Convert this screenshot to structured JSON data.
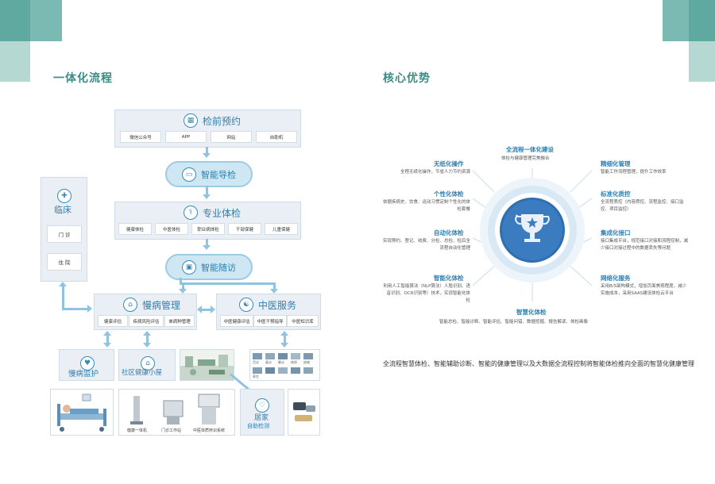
{
  "left_section_title": "一体化流程",
  "right_section_title": "核心优势",
  "flow": {
    "pre_exam": {
      "title": "检前预约",
      "items": [
        "微信公众号",
        "APP",
        "网站",
        "自助机"
      ]
    },
    "guide": "智能导检",
    "exam": {
      "title": "专业体检",
      "items": [
        "健康体检",
        "中医体检",
        "职业病体检",
        "干部保健",
        "儿童保健"
      ]
    },
    "followup": "智能随访",
    "clinical": {
      "title": "临床",
      "items": [
        "门 诊",
        "住 院"
      ]
    },
    "chronic": {
      "title": "慢病管理",
      "items": [
        "健康评估",
        "疾病风险评估",
        "单病种管理"
      ]
    },
    "tcm": {
      "title": "中医服务",
      "items": [
        "中医健康评估",
        "中医干预指导",
        "中医知识库"
      ]
    },
    "chronic_monitor": "慢病监护",
    "community": "社区健康小屋",
    "home": {
      "line1": "居家",
      "line2": "自助检测"
    },
    "device_captions": [
      "健康一体机",
      "门诊工作站",
      "中医体质辨识系统"
    ],
    "tcm_thumbs": [
      "舌诊",
      "面诊",
      "脉诊",
      "体质",
      "经络",
      "养生"
    ]
  },
  "advantages": {
    "top": {
      "title": "全流程一体化建设",
      "desc": "体检与健康管理完美融合"
    },
    "left": [
      {
        "title": "无纸化操作",
        "desc": "全程无纸化操作，节省人力节约资源"
      },
      {
        "title": "个性化体检",
        "desc": "依据疾病史、饮食、运动习惯定制个性化的体检套餐"
      },
      {
        "title": "自动化体检",
        "desc": "实现预约、登记、收费、分检、总检、检后全流程自动化管理"
      },
      {
        "title": "智能化体检",
        "desc": "利用人工智能算法（NLP算法）人脸识别、语音识别、OCR识别等）技术，实现智能化体检"
      }
    ],
    "right": [
      {
        "title": "精细化管理",
        "desc": "智能工作流程管理，提升工作效率"
      },
      {
        "title": "标准化质控",
        "desc": "全流程质控（内容质控、流程监控、接口监控、项目监控）"
      },
      {
        "title": "集成化接口",
        "desc": "接口集成平台，规范接口对接和流程控制，减少接口对接过程中的数据丢失等问题"
      },
      {
        "title": "网络化服务",
        "desc": "采用B/S架构模式，增加页面美观程度，减少实施成本，采用SAAS建设体检云平台"
      }
    ],
    "bottom": {
      "title": "智慧化体检",
      "desc": "智能总检、智能诊断、智能评估、智能问错、数据挖掘、报告解读、体检画像"
    }
  },
  "summary": "全流程智慧体检、智能辅助诊断、智能的健康管理以及大数据全流程控制将智能体检推向全面的智慧化健康管理",
  "colors": {
    "teal_dark": "#5fa9a0",
    "teal_light": "#b5d8d2",
    "blue_title": "#2f7fb0",
    "section_title": "#3a8c82"
  }
}
